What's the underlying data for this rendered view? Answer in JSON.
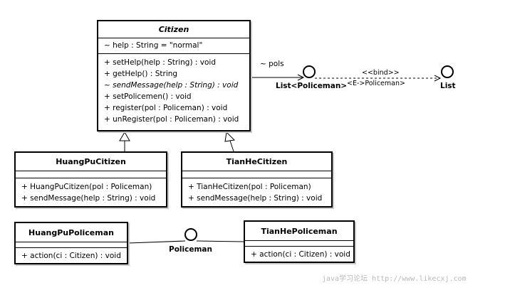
{
  "classes": {
    "citizen": {
      "name": "Citizen",
      "attributes": [
        "~ help : String = \"normal\""
      ],
      "operations": [
        "+ setHelp(help : String) : void",
        "+ getHelp() : String",
        "~ sendMessage(help : String) : void",
        "+ setPolicemen() : void",
        "+ register(pol : Policeman) : void",
        "+ unRegister(pol : Policeman) : void"
      ]
    },
    "huangpu_citizen": {
      "name": "HuangPuCitizen",
      "operations": [
        "+ HuangPuCitizen(pol : Policeman)",
        "+ sendMessage(help : String) : void"
      ]
    },
    "tianhe_citizen": {
      "name": "TianHeCitizen",
      "operations": [
        "+ TianHeCitizen(pol : Policeman)",
        "+ sendMessage(help : String) : void"
      ]
    },
    "huangpu_policeman": {
      "name": "HuangPuPoliceman",
      "operations": [
        "+ action(ci : Citizen) : void"
      ]
    },
    "tianhe_policeman": {
      "name": "TianHePoliceman",
      "operations": [
        "+ action(ci : Citizen) : void"
      ]
    }
  },
  "interfaces": {
    "list_policeman": "List<Policeman>",
    "list": "List",
    "policeman": "Policeman"
  },
  "labels": {
    "pols": "~ pols",
    "bind_stereotype": "<<bind>>",
    "bind_param": "<E->Policeman>"
  },
  "watermark": "java学习论坛 http://www.likecxj.com"
}
